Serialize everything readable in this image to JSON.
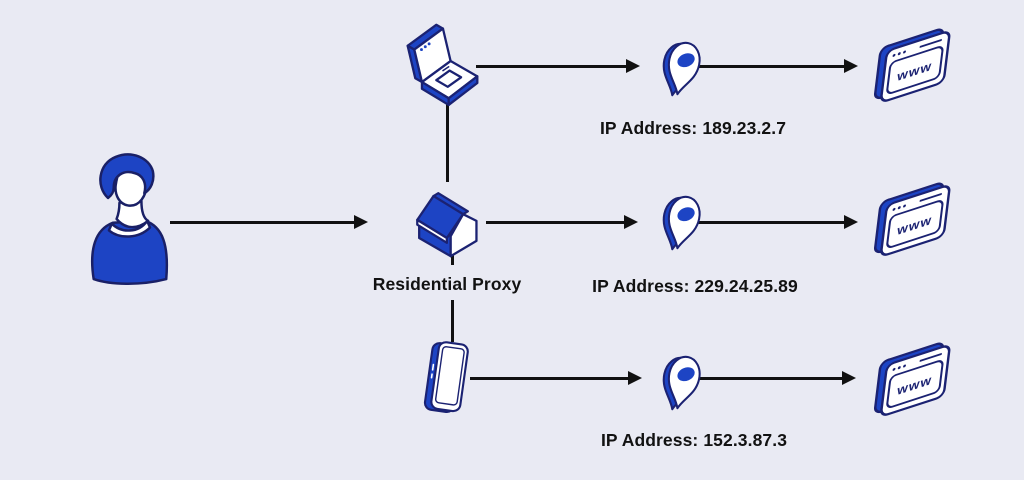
{
  "background": "#e9eaf3",
  "colors": {
    "accent_blue": "#1d44c4",
    "outline_navy": "#1b2272",
    "arrow_black": "#111111",
    "text_black": "#121212"
  },
  "proxy_label": "Residential Proxy",
  "browser_label": "www",
  "rows": [
    {
      "device": "laptop",
      "ip": "IP Address: 189.23.2.7"
    },
    {
      "device": "house",
      "ip": "IP Address: 229.24.25.89"
    },
    {
      "device": "smartphone",
      "ip": "IP Address: 152.3.87.3"
    }
  ]
}
